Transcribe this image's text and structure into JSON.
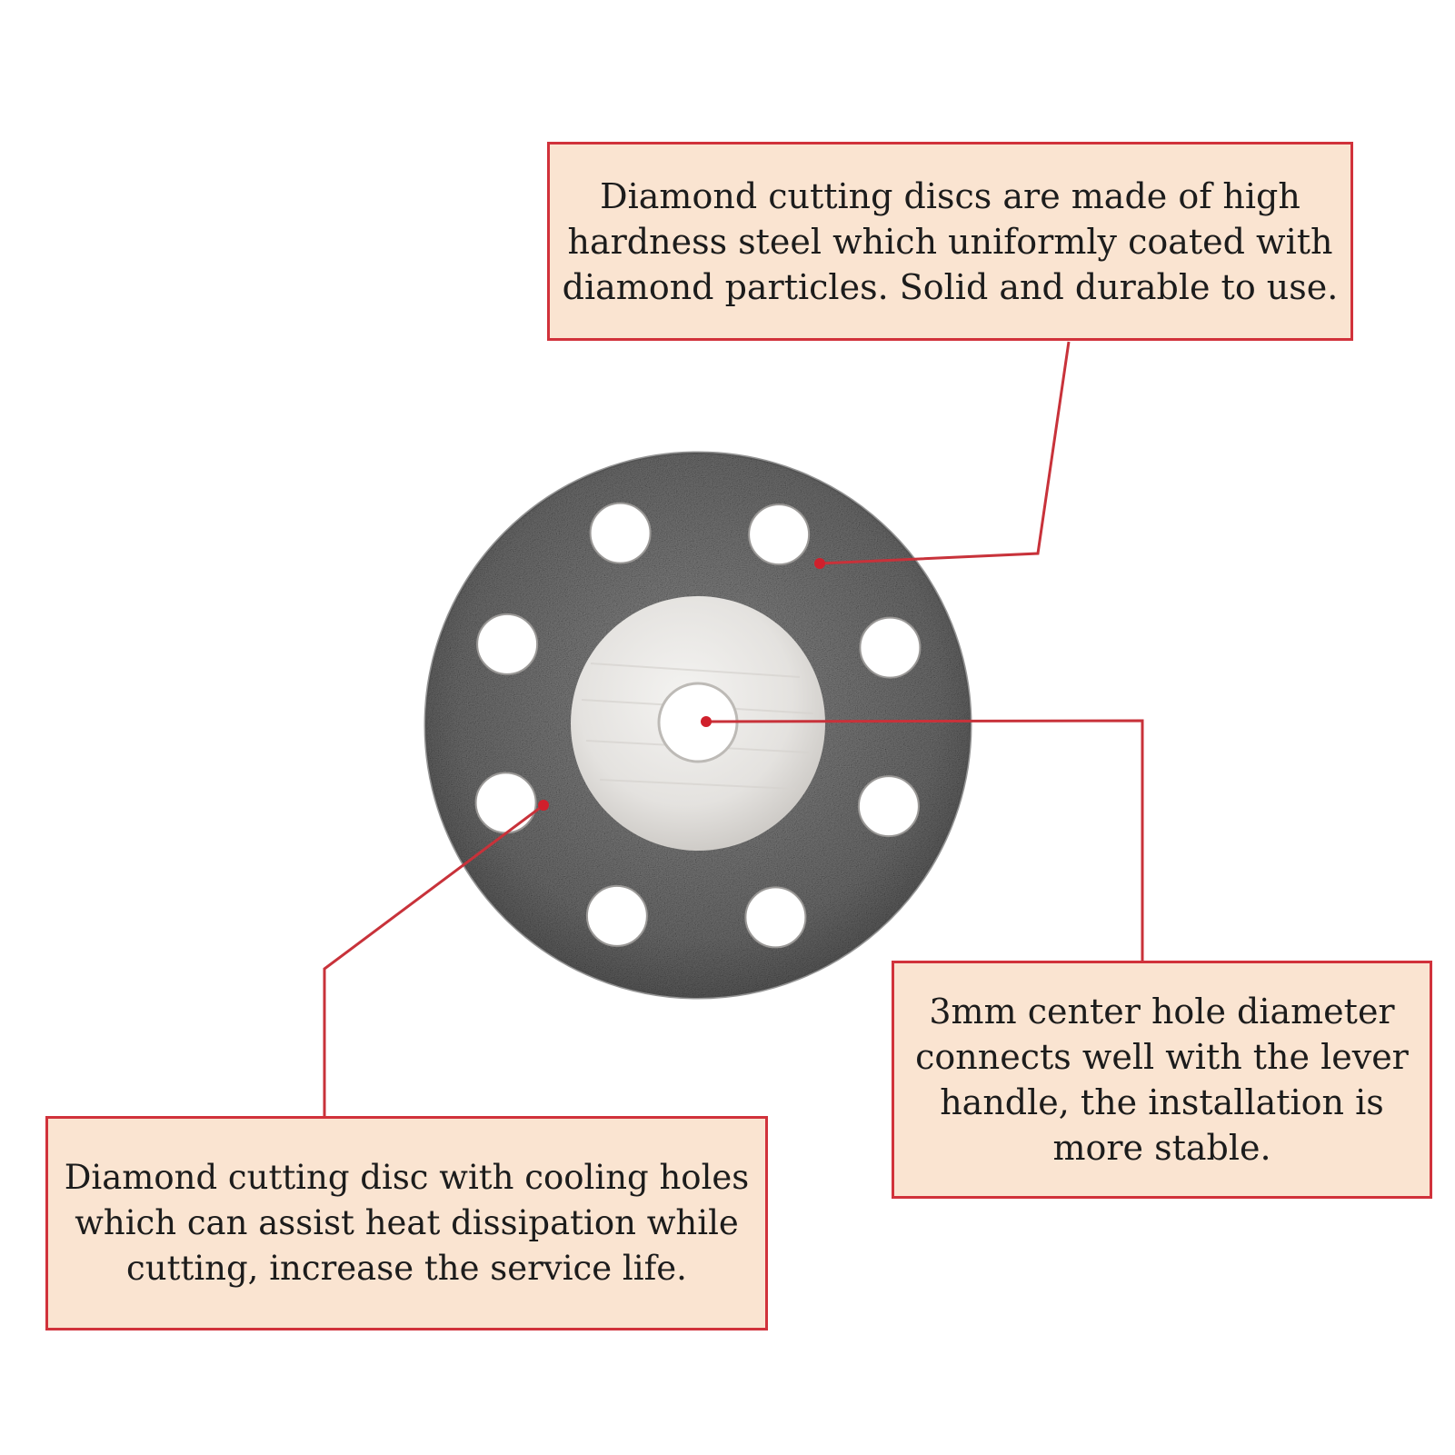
{
  "callouts": {
    "top": "Diamond cutting discs are made of high\nhardness steel which uniformly coated with\ndiamond particles. Solid and durable to use.",
    "right": "3mm center hole diameter\nconnects well with the lever\nhandle, the installation is\nmore stable.",
    "left": "Diamond cutting disc with cooling holes\nwhich can assist heat dissipation while\ncutting, increase the service life."
  },
  "colors": {
    "callout_fill": "#fae4d1",
    "callout_border": "#d1323b",
    "leader_line": "#c8323a",
    "disc_abrasive": "#6f6f6f",
    "disc_hub": "#e8e6e3"
  },
  "disc": {
    "cooling_hole_count": 8
  }
}
